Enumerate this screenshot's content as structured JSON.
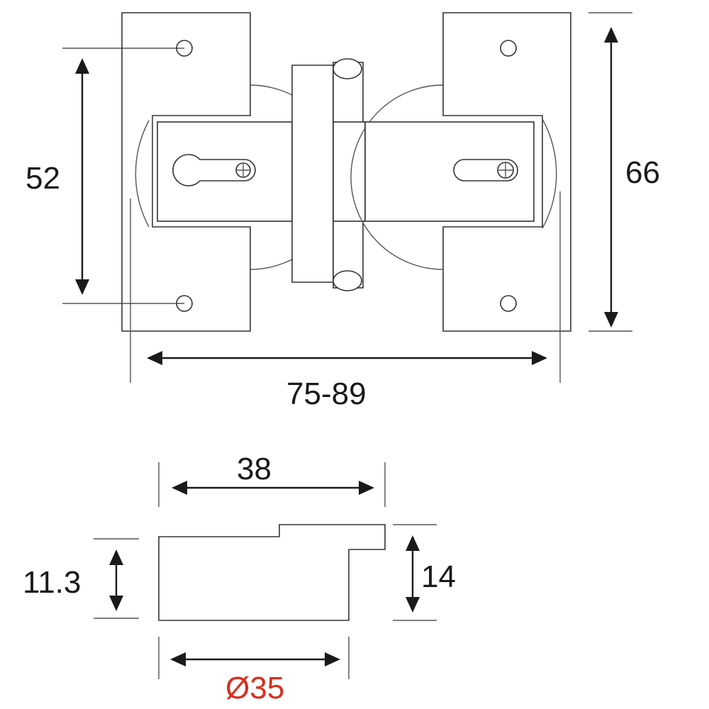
{
  "top_view": {
    "dimensions": {
      "hole_spacing": "52",
      "overall_height": "66",
      "overall_length": "75-89"
    }
  },
  "side_view": {
    "dimensions": {
      "body_length": "38",
      "body_height": "11.3",
      "overall_height": "14",
      "cup_diameter": "Ø35"
    },
    "accent_color": "#d6301f"
  }
}
